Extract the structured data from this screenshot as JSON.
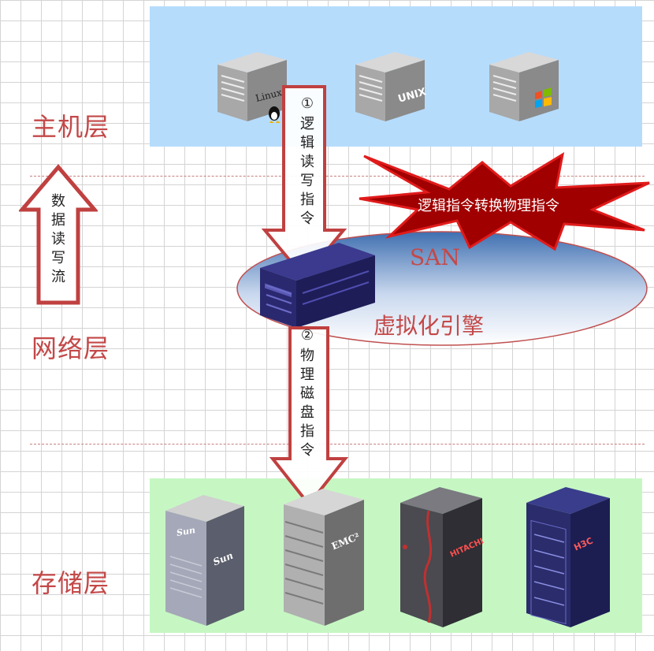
{
  "layers": {
    "host": "主机层",
    "network": "网络层",
    "storage": "存储层"
  },
  "flow": {
    "label": "数\n据\n读\n写\n流"
  },
  "hosts": [
    {
      "label": "Linux",
      "icon": "linux-penguin-icon"
    },
    {
      "label": "UNIX",
      "icon": "unix-icon"
    },
    {
      "label": "",
      "icon": "windows-logo-icon"
    }
  ],
  "step1": {
    "num": "①",
    "text": "逻\n辑\n读\n写\n指\n令"
  },
  "burst": {
    "text": "逻辑指令转换物理指令"
  },
  "san": {
    "label": "SAN",
    "engine": "虚拟化引擎"
  },
  "step2": {
    "num": "②",
    "text": "物\n理\n磁\n盘\n指\n令"
  },
  "storage": [
    {
      "label": "Sun"
    },
    {
      "label": "EMC²"
    },
    {
      "label": "HITACHI"
    },
    {
      "label": "H3C"
    }
  ],
  "colors": {
    "host_panel": "#b6dcfc",
    "storage_panel": "#c6f7c3",
    "label_red": "#c44848",
    "burst": "#a00000",
    "burst_edge": "#e11b1b"
  }
}
